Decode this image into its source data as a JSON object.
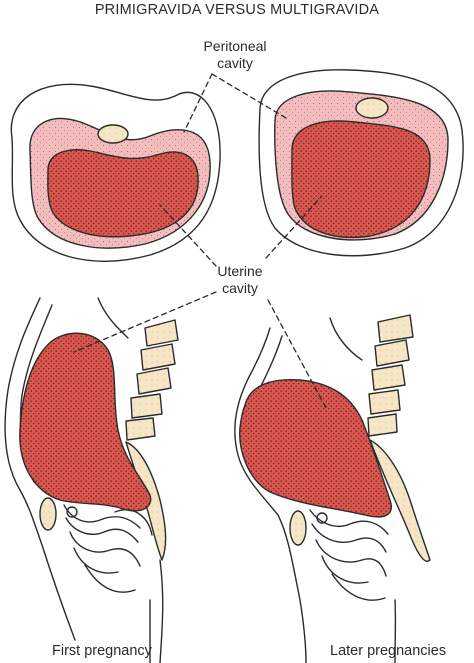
{
  "title": "PRIMIGRAVIDA VERSUS MULTIGRAVIDA",
  "labels": {
    "peritoneal_line1": "Peritoneal",
    "peritoneal_line2": "cavity",
    "uterine_line1": "Uterine",
    "uterine_line2": "cavity"
  },
  "captions": {
    "left": "First pregnancy",
    "right": "Later pregnancies"
  },
  "colors": {
    "uterus_fill": "#d9574f",
    "peritoneal_fill": "#f4bdbd",
    "bone_fill": "#f6e6c6",
    "outline": "#2b2b2b"
  }
}
